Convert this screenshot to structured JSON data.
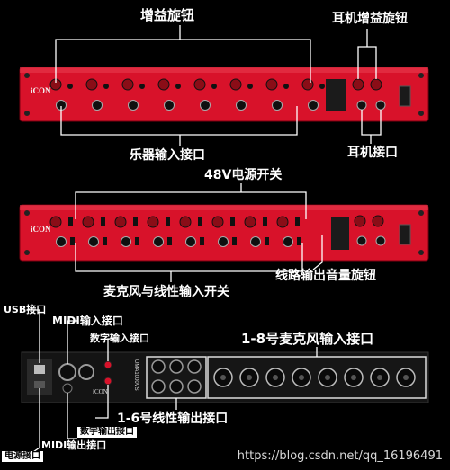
{
  "panel1": {
    "gain_knob_label": "增益旋钮",
    "headphone_gain_label": "耳机增益旋钮",
    "instrument_input_label": "乐器输入接口",
    "headphone_jack_label": "耳机接口",
    "brand": "iCON"
  },
  "panel2": {
    "phantom_label": "48V电源开关",
    "mic_line_switch_label": "麦克风与线性输入开关",
    "line_out_knob_label": "线路输出音量旋钮",
    "brand": "iCON"
  },
  "rear": {
    "usb_label": "USB接口",
    "midi_in_label": "MIDI输入接口",
    "digital_in_label": "数字输入接口",
    "mic_in_1_8_label": "1-8号麦克风输入接口",
    "line_out_1_6_label": "1-6号线性输出接口",
    "digital_out_label": "数字输出接口",
    "midi_out_label": "MIDI输出接口",
    "power_label": "电源接口",
    "brand": "iCON",
    "model": "UMA1000VS"
  },
  "watermark": "https://blog.csdn.net/qq_16196491",
  "colors": {
    "panel": "#d8122a",
    "background": "#000000",
    "callout": "#ffffff"
  }
}
